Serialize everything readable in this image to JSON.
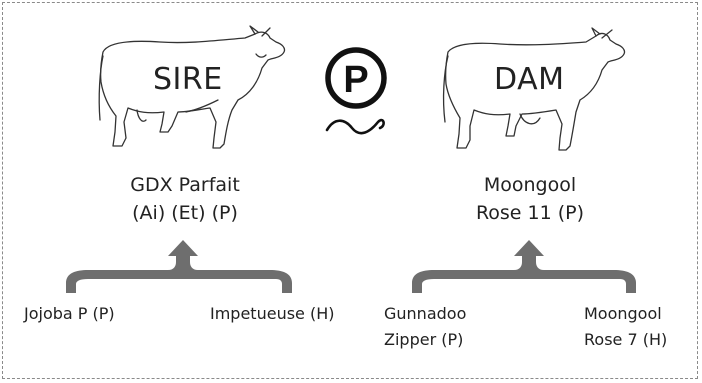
{
  "sire": {
    "label": "SIRE",
    "name_line1": "GDX Parfait",
    "name_line2": "(Ai) (Et) (P)",
    "parent_left": "Jojoba P (P)",
    "parent_right": "Impetueuse (H)"
  },
  "dam": {
    "label": "DAM",
    "name_line1": "Moongool",
    "name_line2": "Rose 11 (P)",
    "parent_left_line1": "Gunnadoo",
    "parent_left_line2": "Zipper (P)",
    "parent_right_line1": "Moongool",
    "parent_right_line2": "Rose 7 (H)"
  },
  "logo": {
    "letter": "P"
  },
  "colors": {
    "arrow": "#6e6e6e",
    "outline": "#333333",
    "frame": "#8a8a8a"
  }
}
